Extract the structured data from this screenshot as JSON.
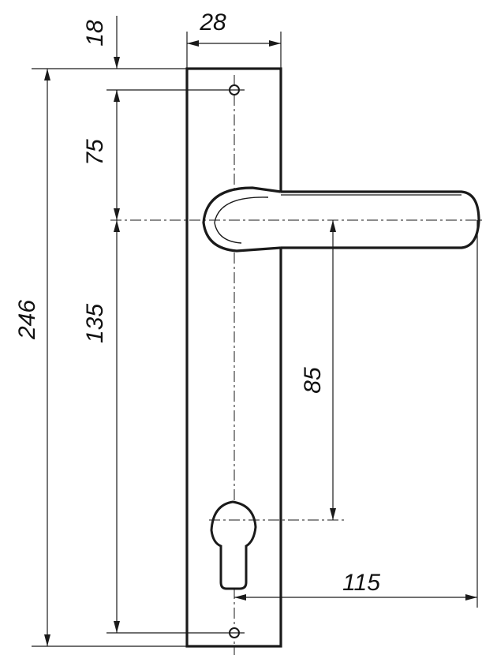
{
  "drawing": {
    "dimensions": {
      "plate_width": "28",
      "top_to_hole": "18",
      "hole_to_handle_axis": "75",
      "total_height": "246",
      "handle_to_lower_hole": "135",
      "handle_to_cylinder": "85",
      "handle_length": "115"
    }
  }
}
